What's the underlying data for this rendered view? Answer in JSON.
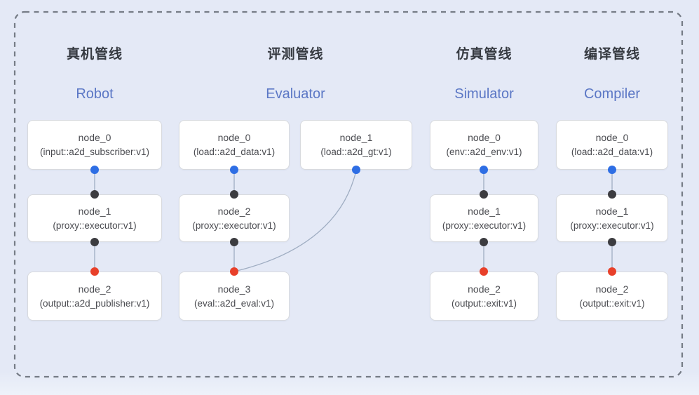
{
  "diagram": {
    "background_color": "#e4e9f6",
    "dashed_border_color": "#767c86",
    "edge_color": "#9fadc2",
    "accent_en_title_color": "#5b77c5",
    "port_colors": {
      "output_dot": "#2e6ee4",
      "input_dot": "#3c3c40",
      "terminal_input_dot": "#e8402a"
    }
  },
  "pipelines": [
    {
      "title_zh": "真机管线",
      "title_en": "Robot",
      "nodes": [
        {
          "name": "node_0",
          "type": "(input::a2d_subscriber:v1)"
        },
        {
          "name": "node_1",
          "type": "(proxy::executor:v1)"
        },
        {
          "name": "node_2",
          "type": "(output::a2d_publisher:v1)"
        }
      ]
    },
    {
      "title_zh": "评测管线",
      "title_en": "Evaluator",
      "nodes": [
        {
          "name": "node_0",
          "type": "(load::a2d_data:v1)"
        },
        {
          "name": "node_1",
          "type": "(load::a2d_gt:v1)"
        },
        {
          "name": "node_2",
          "type": "(proxy::executor:v1)"
        },
        {
          "name": "node_3",
          "type": "(eval::a2d_eval:v1)"
        }
      ]
    },
    {
      "title_zh": "仿真管线",
      "title_en": "Simulator",
      "nodes": [
        {
          "name": "node_0",
          "type": "(env::a2d_env:v1)"
        },
        {
          "name": "node_1",
          "type": "(proxy::executor:v1)"
        },
        {
          "name": "node_2",
          "type": "(output::exit:v1)"
        }
      ]
    },
    {
      "title_zh": "编译管线",
      "title_en": "Compiler",
      "nodes": [
        {
          "name": "node_0",
          "type": "(load::a2d_data:v1)"
        },
        {
          "name": "node_1",
          "type": "(proxy::executor:v1)"
        },
        {
          "name": "node_2",
          "type": "(output::exit:v1)"
        }
      ]
    }
  ],
  "edges": [
    {
      "from": "robot.node_0",
      "to": "robot.node_1"
    },
    {
      "from": "robot.node_1",
      "to": "robot.node_2"
    },
    {
      "from": "evaluator.node_0",
      "to": "evaluator.node_2"
    },
    {
      "from": "evaluator.node_1",
      "to": "evaluator.node_3"
    },
    {
      "from": "evaluator.node_2",
      "to": "evaluator.node_3"
    },
    {
      "from": "simulator.node_0",
      "to": "simulator.node_1"
    },
    {
      "from": "simulator.node_1",
      "to": "simulator.node_2"
    },
    {
      "from": "compiler.node_0",
      "to": "compiler.node_1"
    },
    {
      "from": "compiler.node_1",
      "to": "compiler.node_2"
    }
  ]
}
